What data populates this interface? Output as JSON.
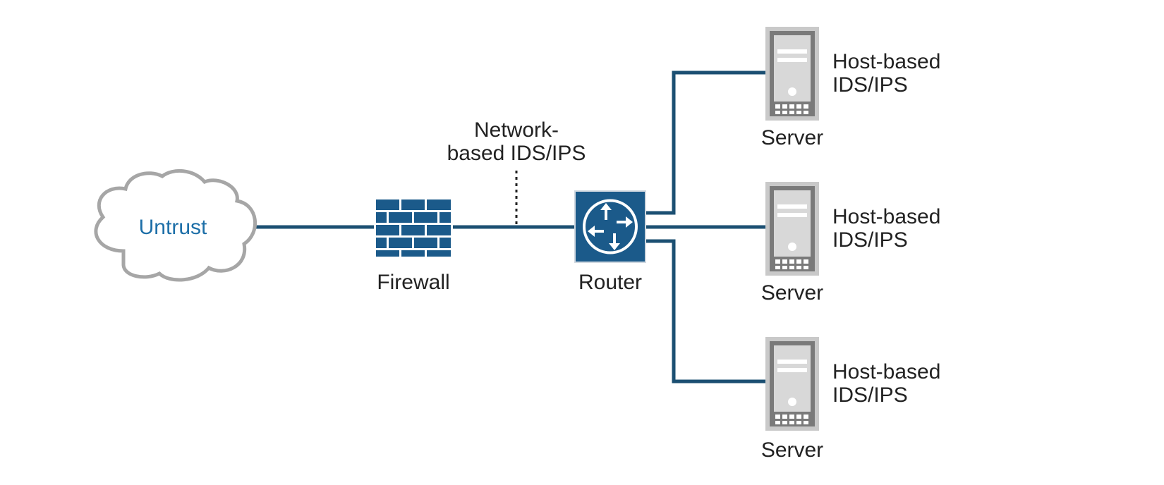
{
  "diagram": {
    "cloud": {
      "label": "Untrust"
    },
    "firewall": {
      "label": "Firewall"
    },
    "router": {
      "label": "Router"
    },
    "network_sensor": {
      "line1": "Network-",
      "line2": "based IDS/IPS"
    },
    "servers": [
      {
        "label": "Server",
        "ids_line1": "Host-based",
        "ids_line2": "IDS/IPS"
      },
      {
        "label": "Server",
        "ids_line1": "Host-based",
        "ids_line2": "IDS/IPS"
      },
      {
        "label": "Server",
        "ids_line1": "Host-based",
        "ids_line2": "IDS/IPS"
      }
    ]
  },
  "colors": {
    "link": "#1b4f72",
    "device_fill": "#1b5a8a",
    "cloud_stroke": "#a6a6a6",
    "cloud_text": "#1d6fa8",
    "server_gray": "#7a7a7a",
    "server_light": "#c9c9c9"
  }
}
